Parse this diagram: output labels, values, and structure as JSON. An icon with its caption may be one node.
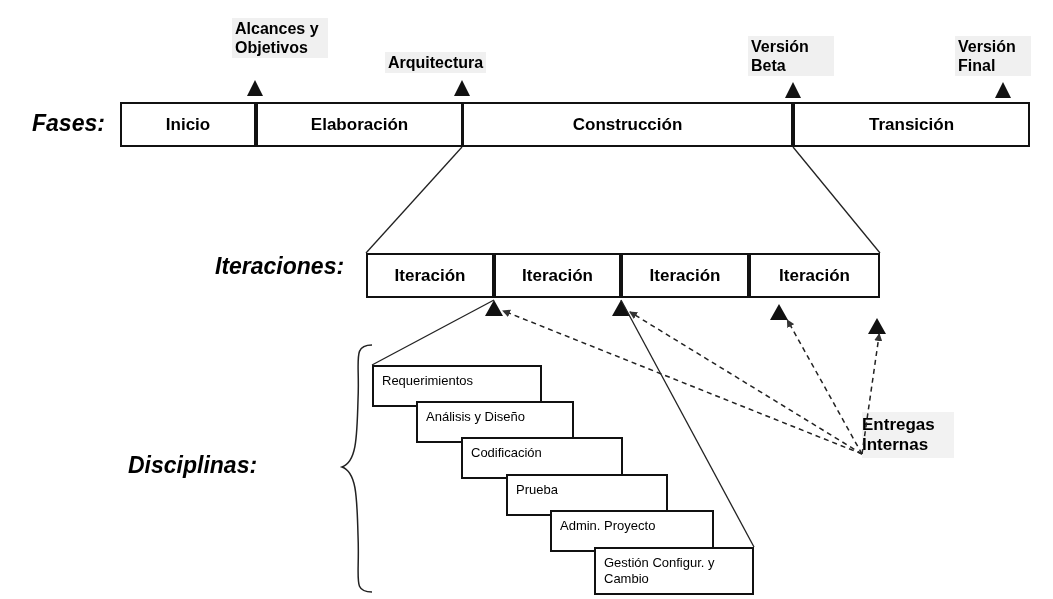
{
  "diagram": {
    "nodes": [
      {
        "text": [],
        "shape": "triangle",
        "beside": [
          "Alcances y Objetivos"
        ]
      },
      {
        "text": [],
        "shape": "triangle",
        "beside": [
          "Arquitectura"
        ]
      },
      {
        "text": [],
        "shape": "triangle",
        "beside": [
          "Versión Beta"
        ]
      },
      {
        "text": [],
        "shape": "triangle",
        "beside": [
          "Versión Final"
        ]
      },
      {
        "text": [
          "Inicio"
        ]
      },
      {
        "text": [
          "Elaboración"
        ]
      },
      {
        "text": [
          "Construcción"
        ]
      },
      {
        "text": [
          "Transición"
        ]
      },
      {
        "text": [
          "Iteración"
        ]
      },
      {
        "text": [
          "Iteración"
        ]
      },
      {
        "text": [
          "Iteración"
        ]
      },
      {
        "text": [
          "Iteración"
        ]
      },
      {
        "text": [],
        "shape": "triangle"
      },
      {
        "text": [],
        "shape": "triangle"
      },
      {
        "text": [],
        "shape": "triangle"
      },
      {
        "text": [],
        "shape": "triangle"
      },
      {
        "text": [
          "Requerimientos"
        ]
      },
      {
        "text": [
          "Análisis y Diseño"
        ]
      },
      {
        "text": [
          "Codificación"
        ]
      },
      {
        "text": [
          "Prueba"
        ]
      },
      {
        "text": [
          "Admin. Proyecto"
        ]
      },
      {
        "text": [
          "Gestión Configur. y Cambio"
        ]
      },
      {
        "text": [
          "Entregas Internas"
        ]
      }
    ],
    "edges": [
      {
        "from": 6,
        "to": 8,
        "arrow": "none"
      },
      {
        "from": 6,
        "to": 11,
        "arrow": "none"
      },
      {
        "from": 12,
        "to": 16,
        "arrow": "none"
      },
      {
        "from": 13,
        "to": 21,
        "arrow": "none"
      },
      {
        "from": 22,
        "to": 12,
        "arrow": "to",
        "style": "dashed"
      },
      {
        "from": 22,
        "to": 13,
        "arrow": "to",
        "style": "dashed"
      },
      {
        "from": 22,
        "to": 14,
        "arrow": "to",
        "style": "dashed"
      },
      {
        "from": 22,
        "to": 15,
        "arrow": "to",
        "style": "dashed"
      }
    ],
    "labels": [
      "Fases:",
      "Iteraciones:",
      "Disciplinas:"
    ]
  }
}
